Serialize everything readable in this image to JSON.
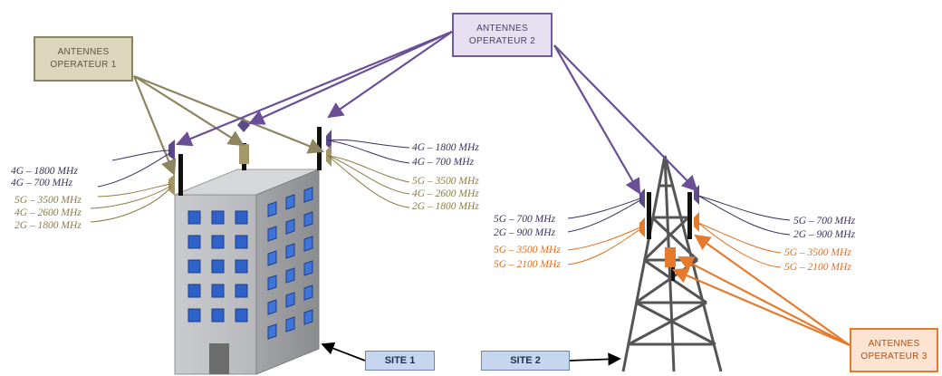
{
  "operators": {
    "op1": {
      "line1": "ANTENNES",
      "line2": "OPERATEUR 1",
      "color": "#8c8560"
    },
    "op2": {
      "line1": "ANTENNES",
      "line2": "OPERATEUR 2",
      "color": "#6a4f96"
    },
    "op3": {
      "line1": "ANTENNES",
      "line2": "OPERATEUR 3",
      "color": "#e67a2c"
    }
  },
  "sites": {
    "site1": "SITE 1",
    "site2": "SITE 2"
  },
  "site1_labels": {
    "left": [
      "4G – 1800 MHz",
      "4G – 700 MHz",
      "5G – 3500 MHz",
      "4G – 2600 MHz",
      "2G – 1800 MHz"
    ],
    "right": [
      "4G – 1800 MHz",
      "4G – 700 MHz",
      "5G – 3500 MHz",
      "4G – 2600 MHz",
      "2G – 1800 MHz"
    ]
  },
  "site2_labels": {
    "left": [
      "5G – 700 MHz",
      "2G – 900 MHz",
      "5G – 3500 MHz",
      "5G – 2100 MHz"
    ],
    "right": [
      "5G – 700 MHz",
      "2G – 900 MHz",
      "5G – 3500 MHz",
      "5G – 2100 MHz"
    ]
  }
}
